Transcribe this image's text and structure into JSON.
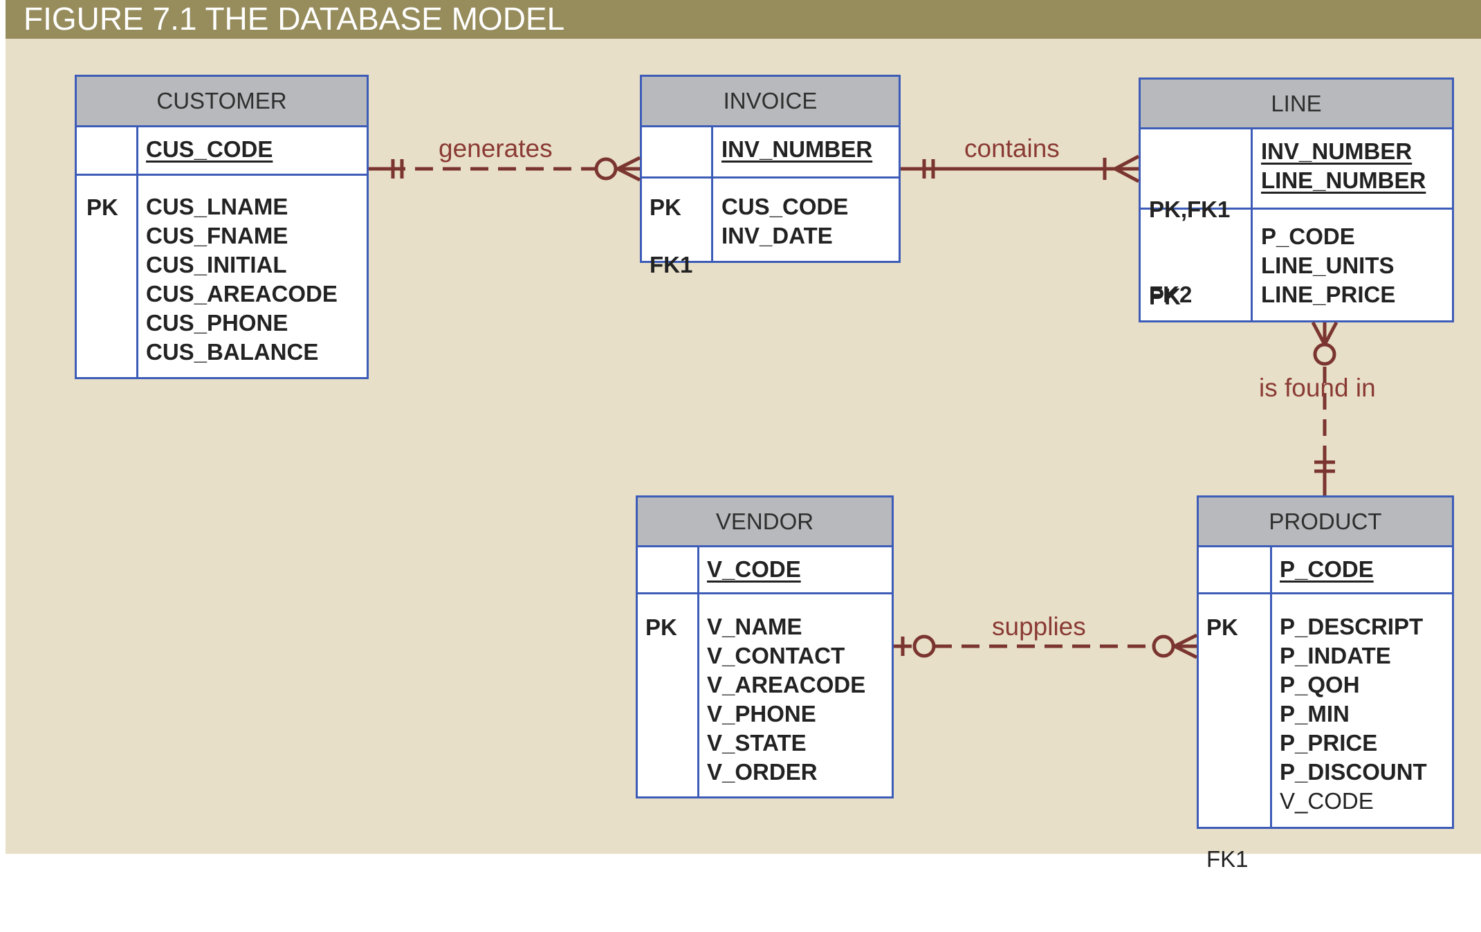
{
  "figure_title": "FIGURE 7.1  THE DATABASE MODEL",
  "colors": {
    "header_bar": "#968c5c",
    "background": "#e8dfc8",
    "entity_border": "#3d5cb8",
    "entity_header": "#b7b9bc",
    "relationship_line": "#7b3530"
  },
  "entities": {
    "customer": {
      "name": "CUSTOMER",
      "key_labels": [
        "PK"
      ],
      "pk_attributes": [
        "CUS_CODE"
      ],
      "attributes": [
        "CUS_LNAME",
        "CUS_FNAME",
        "CUS_INITIAL",
        "CUS_AREACODE",
        "CUS_PHONE",
        "CUS_BALANCE"
      ]
    },
    "invoice": {
      "name": "INVOICE",
      "key_labels": [
        "PK",
        "FK1"
      ],
      "pk_attributes": [
        "INV_NUMBER"
      ],
      "attributes": [
        "CUS_CODE",
        "INV_DATE"
      ]
    },
    "line": {
      "name": "LINE",
      "key_labels": [
        "PK,FK1",
        "PK",
        "FK2"
      ],
      "pk_attributes": [
        "INV_NUMBER",
        "LINE_NUMBER"
      ],
      "attributes": [
        "P_CODE",
        "LINE_UNITS",
        "LINE_PRICE"
      ]
    },
    "vendor": {
      "name": "VENDOR",
      "key_labels": [
        "PK"
      ],
      "pk_attributes": [
        "V_CODE"
      ],
      "attributes": [
        "V_NAME",
        "V_CONTACT",
        "V_AREACODE",
        "V_PHONE",
        "V_STATE",
        "V_ORDER"
      ]
    },
    "product": {
      "name": "PRODUCT",
      "key_labels": [
        "PK",
        "FK1"
      ],
      "pk_attributes": [
        "P_CODE"
      ],
      "attributes": [
        "P_DESCRIPT",
        "P_INDATE",
        "P_QOH",
        "P_MIN",
        "P_PRICE",
        "P_DISCOUNT",
        "V_CODE"
      ]
    }
  },
  "relationships": [
    {
      "label": "generates",
      "from": "CUSTOMER",
      "to": "INVOICE",
      "from_cardinality": "exactly-one",
      "to_cardinality": "zero-or-many",
      "line_style": "dashed"
    },
    {
      "label": "contains",
      "from": "INVOICE",
      "to": "LINE",
      "from_cardinality": "exactly-one",
      "to_cardinality": "one-or-many",
      "line_style": "solid"
    },
    {
      "label": "is found in",
      "from": "PRODUCT",
      "to": "LINE",
      "from_cardinality": "exactly-one",
      "to_cardinality": "zero-or-many",
      "line_style": "dashed"
    },
    {
      "label": "supplies",
      "from": "VENDOR",
      "to": "PRODUCT",
      "from_cardinality": "zero-or-one",
      "to_cardinality": "zero-or-many",
      "line_style": "dashed"
    }
  ]
}
